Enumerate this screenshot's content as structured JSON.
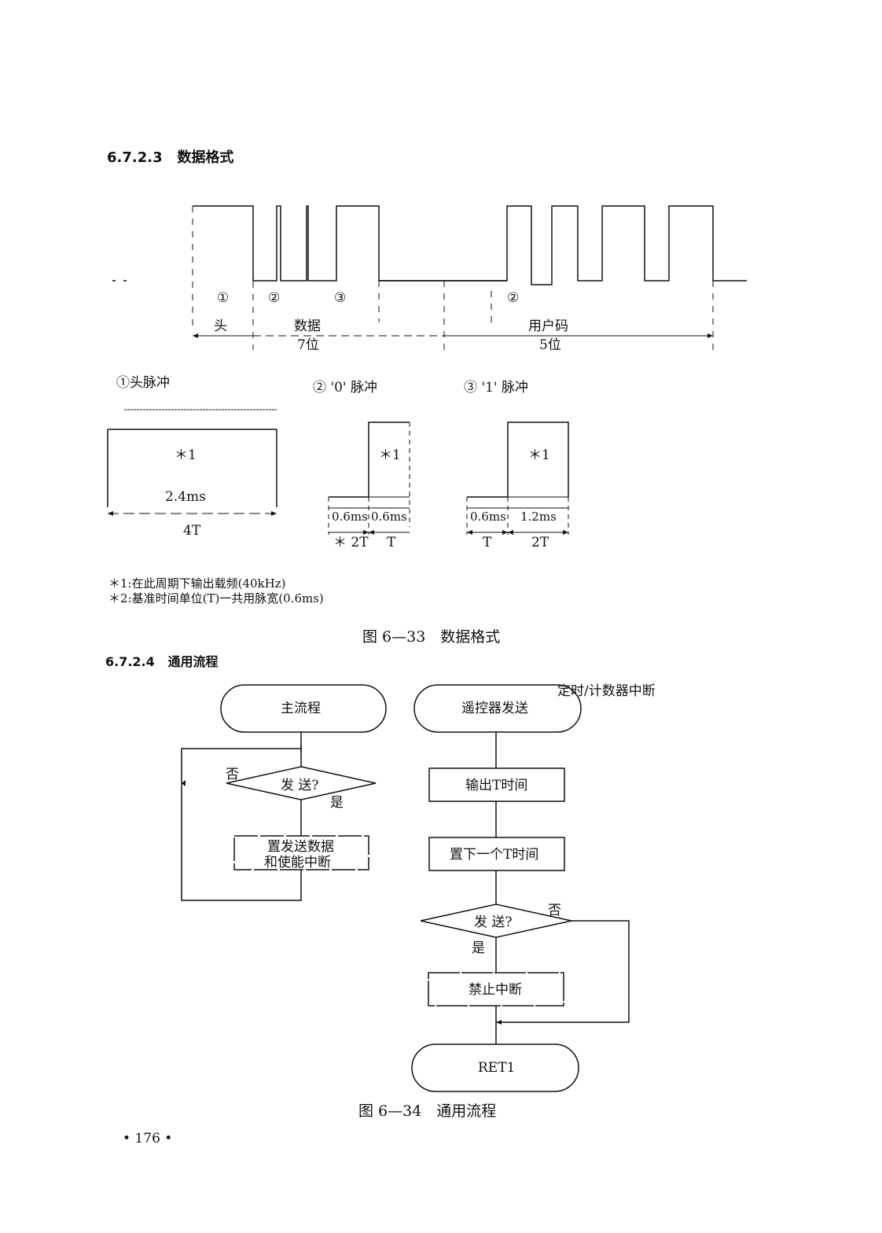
{
  "section_1": {
    "number": "6.7.2.3",
    "title": "数据格式"
  },
  "waveform": {
    "markers": {
      "m1": "①",
      "m2a": "②",
      "m3": "③",
      "m2b": "②"
    },
    "head_label": "头",
    "data_label": "数据",
    "data_bits": "7位",
    "user_label": "用户码",
    "user_bits": "5位"
  },
  "pulse_details": {
    "start_pulse": {
      "title": "①头脉冲",
      "star": "＊1",
      "duration": "2.4ms",
      "period": "4T"
    },
    "zero_pulse": {
      "title": "② '0' 脉冲",
      "star": "＊1",
      "low": "0.6ms",
      "high": "0.6ms",
      "low_T": "＊ 2T",
      "high_T": "T"
    },
    "one_pulse": {
      "title": "③ '1' 脉冲",
      "star": "＊1",
      "low": "0.6ms",
      "high": "1.2ms",
      "low_T": "T",
      "high_T": "2T"
    }
  },
  "notes": [
    "＊1:在此周期下输出载频(40kHz)",
    "＊2:基准时间单位(T)一共用脉宽(0.6ms)"
  ],
  "figure_33_caption": "图 6—33　数据格式",
  "section_2": {
    "number": "6.7.2.4",
    "title": "通用流程"
  },
  "flowchart": {
    "main": {
      "title": "主流程",
      "decision": "发 送?",
      "no": "否",
      "yes": "是",
      "action_line1": "置发送数据",
      "action_line2": "和使能中断"
    },
    "interrupt_label": "定时/计数器中断",
    "remote": {
      "title": "遥控器发送",
      "step1": "输出T时间",
      "step2": "置下一个T时间",
      "decision": "发 送?",
      "no": "否",
      "yes": "是",
      "step3": "禁止中断",
      "end": "RET1"
    }
  },
  "figure_34_caption": "图 6—34　通用流程",
  "page_number": "• 176 •"
}
